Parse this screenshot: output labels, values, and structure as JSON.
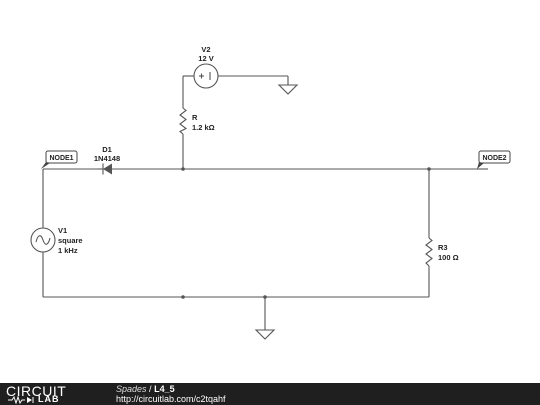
{
  "nodes": {
    "node1": "NODE1",
    "node2": "NODE2"
  },
  "components": {
    "v2": {
      "name": "V2",
      "value": "12 V"
    },
    "r": {
      "name": "R",
      "value": "1.2 kΩ"
    },
    "d1": {
      "name": "D1",
      "value": "1N4148"
    },
    "v1": {
      "name": "V1",
      "type": "square",
      "value": "1 kHz"
    },
    "r3": {
      "name": "R3",
      "value": "100 Ω"
    }
  },
  "footer": {
    "brand": "CIRCUIT",
    "brand_sub": "LAB",
    "author": "Spades",
    "separator": "/",
    "title": "L4_5",
    "url": "http://circuitlab.com/c2tqahf"
  },
  "colors": {
    "wire": "#555555",
    "footer_bg": "#1f1f1f"
  }
}
